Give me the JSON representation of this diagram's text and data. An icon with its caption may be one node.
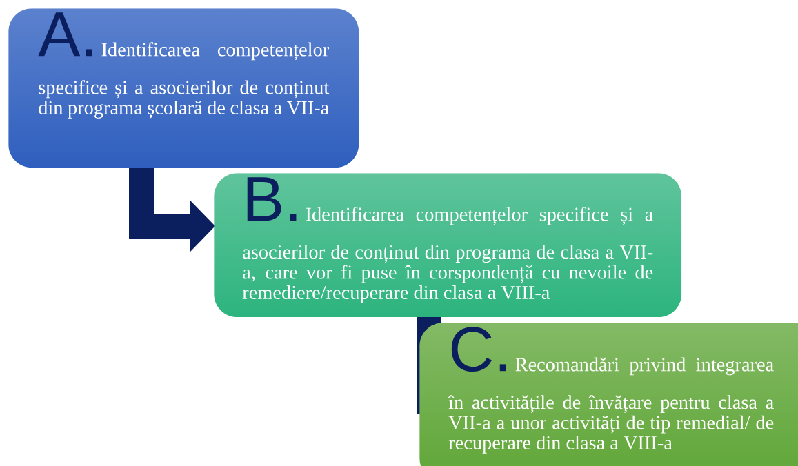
{
  "diagram": {
    "nodes": [
      {
        "text": [
          "A.",
          "Identificarea competențelor specifice și a asocierilor de conținut din programa școlară de clasa a VII-a"
        ]
      },
      {
        "text": [
          "B.",
          "Identificarea competențelor specifice și a asocierilor de conținut din programa de clasa a VII-a, care vor fi puse în corspondență cu nevoile de remediere/recuperare din clasa a VIII-a"
        ]
      },
      {
        "text": [
          "C.",
          "Recomandări privind integrarea în activitățile de învățare pentru clasa a VII-a a unor activități de tip remedial/ de recuperare din clasa a VIII-a"
        ]
      }
    ],
    "edges": [
      {
        "from": 0,
        "to": 1,
        "arrow": "to"
      },
      {
        "from": 1,
        "to": 2,
        "arrow": "none"
      }
    ]
  }
}
